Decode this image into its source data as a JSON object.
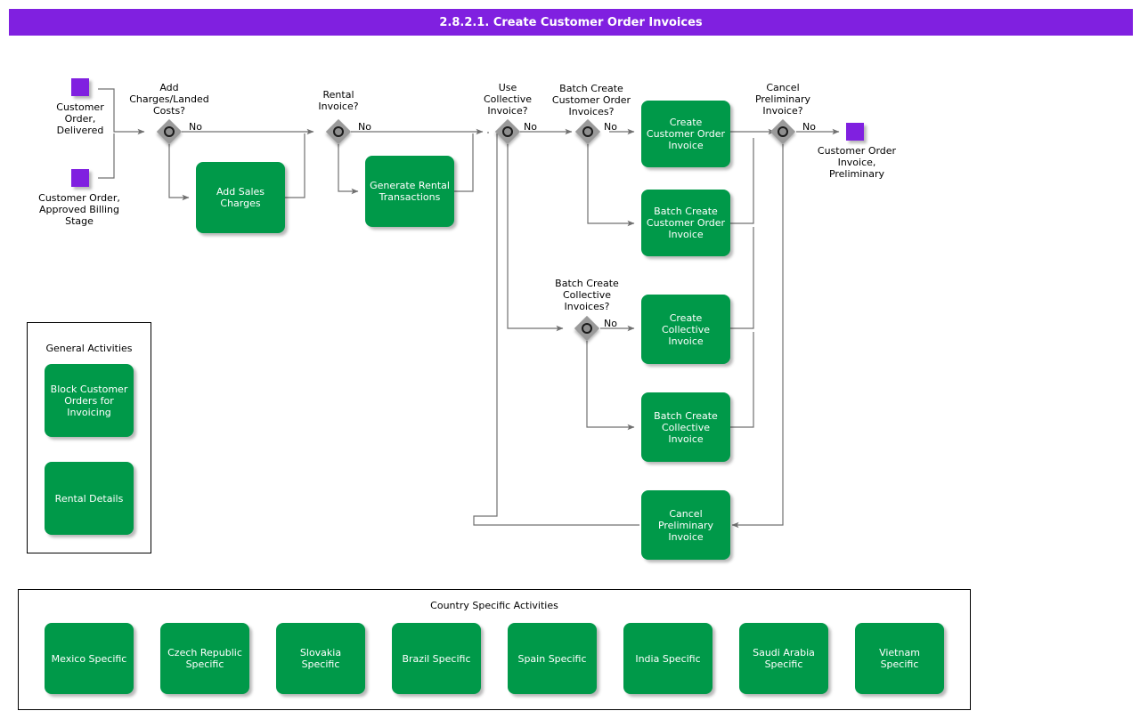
{
  "title": "2.8.2.1. Create Customer Order Invoices",
  "colors": {
    "header_purple": "#8020E0",
    "task_green": "#009949",
    "gateway_gray": "#9a9a9a",
    "connector_gray": "#707070",
    "text_black": "#000000",
    "text_white": "#ffffff"
  },
  "start_events": [
    {
      "name": "start-customer-order-delivered",
      "label": "Customer\nOrder,\nDelivered"
    },
    {
      "name": "start-customer-order-approved-billing-stage",
      "label": "Customer Order,\nApproved Billing\nStage"
    }
  ],
  "end_events": [
    {
      "name": "end-customer-order-invoice-preliminary",
      "label": "Customer Order\nInvoice,\nPreliminary"
    }
  ],
  "gateways": [
    {
      "name": "gateway-add-charges-landed-costs",
      "label": "Add\nCharges/Landed\nCosts?",
      "branch_label": "No"
    },
    {
      "name": "gateway-rental-invoice",
      "label": "Rental\nInvoice?",
      "branch_label": "No"
    },
    {
      "name": "gateway-use-collective-invoice",
      "label": "Use\nCollective\nInvoice?",
      "branch_label": "No"
    },
    {
      "name": "gateway-batch-create-customer-order-invoices",
      "label": "Batch Create\nCustomer Order\nInvoices?",
      "branch_label": "No"
    },
    {
      "name": "gateway-batch-create-collective-invoices",
      "label": "Batch Create\nCollective\nInvoices?",
      "branch_label": "No"
    },
    {
      "name": "gateway-cancel-preliminary-invoice",
      "label": "Cancel\nPreliminary\nInvoice?",
      "branch_label": "No"
    }
  ],
  "tasks": [
    {
      "name": "task-add-sales-charges",
      "label": "Add Sales\nCharges"
    },
    {
      "name": "task-generate-rental-transactions",
      "label": "Generate Rental\nTransactions"
    },
    {
      "name": "task-create-customer-order-invoice",
      "label": "Create\nCustomer Order\nInvoice"
    },
    {
      "name": "task-batch-create-customer-order-invoice",
      "label": "Batch Create\nCustomer\nOrder Invoice"
    },
    {
      "name": "task-create-collective-invoice",
      "label": "Create\nCollective\nInvoice"
    },
    {
      "name": "task-batch-create-collective-invoice",
      "label": "Batch Create\nCollective\nInvoice"
    },
    {
      "name": "task-cancel-preliminary-invoice",
      "label": "Cancel\nPreliminary\nInvoice"
    }
  ],
  "general_activities": {
    "title": "General Activities",
    "items": [
      {
        "name": "task-block-customer-orders-for-invoicing",
        "label": "Block Customer\nOrders for\nInvoicing"
      },
      {
        "name": "task-rental-details",
        "label": "Rental Details"
      }
    ]
  },
  "country_specific_activities": {
    "title": "Country Specific Activities",
    "items": [
      {
        "name": "task-mexico-specific",
        "label": "Mexico Specific"
      },
      {
        "name": "task-czech-republic-specific",
        "label": "Czech Republic\nSpecific"
      },
      {
        "name": "task-slovakia-specific",
        "label": "Slovakia\nSpecific"
      },
      {
        "name": "task-brazil-specific",
        "label": "Brazil Specific"
      },
      {
        "name": "task-spain-specific",
        "label": "Spain Specific"
      },
      {
        "name": "task-india-specific",
        "label": "India Specific"
      },
      {
        "name": "task-saudi-arabia-specific",
        "label": "Saudi Arabia\nSpecific"
      },
      {
        "name": "task-vietnam-specific",
        "label": "Vietnam Specific"
      }
    ]
  }
}
